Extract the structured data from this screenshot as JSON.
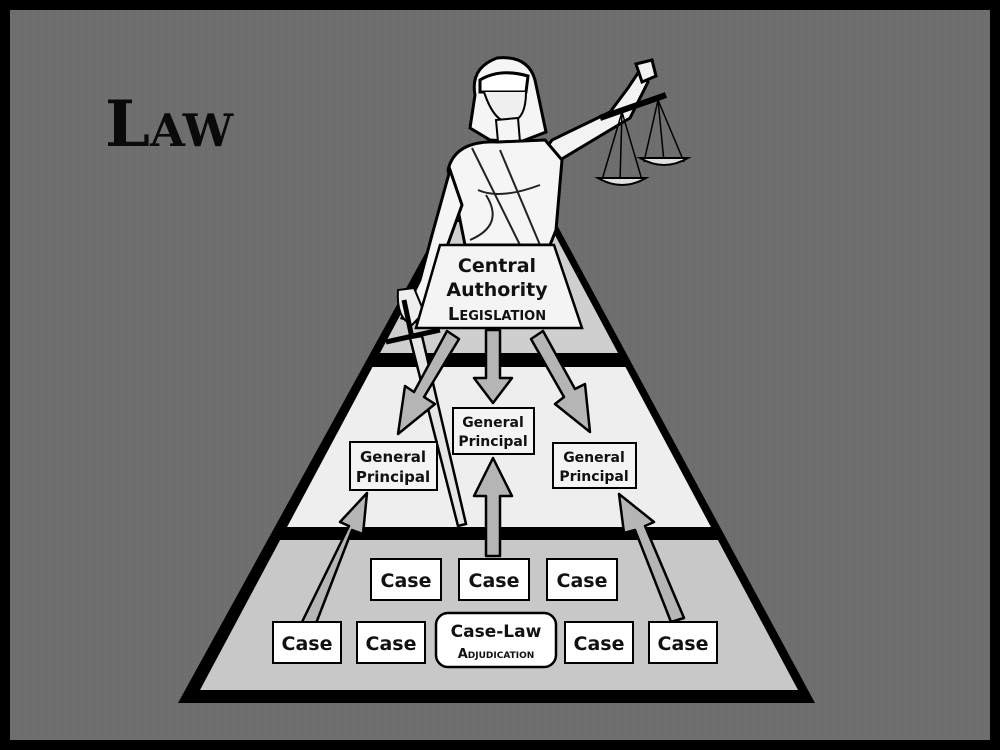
{
  "title": "Law",
  "top_box": {
    "line1": "Central",
    "line2": "Authority",
    "line3": "Legislation"
  },
  "principals": [
    {
      "line1": "General",
      "line2": "Principal"
    },
    {
      "line1": "General",
      "line2": "Principal"
    },
    {
      "line1": "General",
      "line2": "Principal"
    }
  ],
  "cases_row1": [
    "Case",
    "Case",
    "Case"
  ],
  "cases_row2_left": [
    "Case",
    "Case"
  ],
  "cases_row2_right": [
    "Case",
    "Case"
  ],
  "caselaw_box": {
    "line1": "Case-Law",
    "line2": "Adjudication"
  },
  "colors": {
    "background": "#6e6e6e",
    "frame": "#000000",
    "tier_top": "#cfcfcf",
    "tier_middle": "#eeeeee",
    "tier_bottom": "#c8c8c8",
    "arrow": "#b5b5b5",
    "box": "#ffffff"
  },
  "icons": [
    "lady-justice-icon",
    "scales-icon",
    "sword-icon"
  ]
}
